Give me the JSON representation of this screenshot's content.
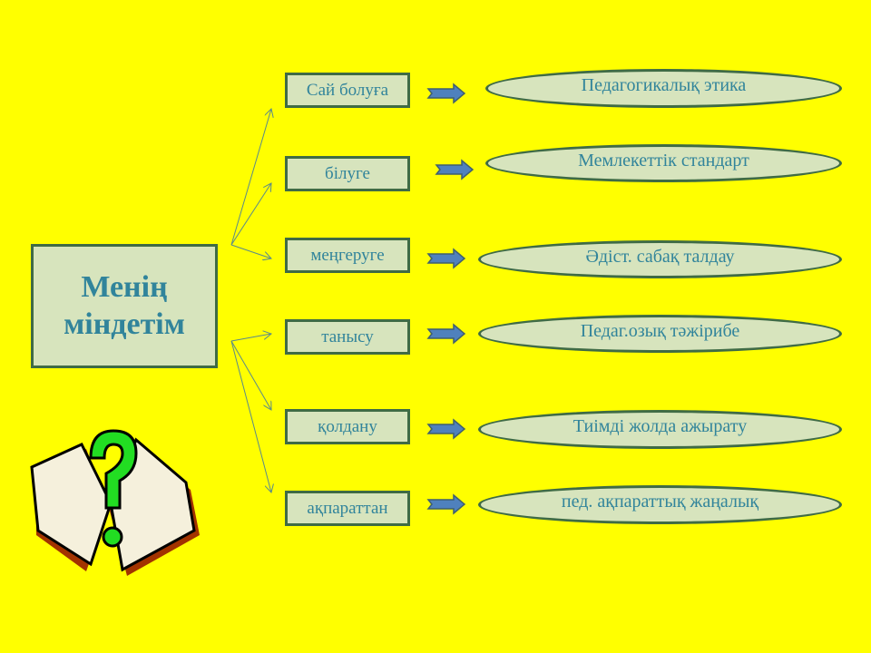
{
  "main": {
    "title_line1": "Менің",
    "title_line2": "міндетім"
  },
  "items": [
    {
      "label": "Сай болуға",
      "result": "Педагогикалық  этика"
    },
    {
      "label": "білуге",
      "result": "Мемлекеттік стандарт"
    },
    {
      "label": "меңгеруге",
      "result": "Әдіст.  сабақ талдау"
    },
    {
      "label": "танысу",
      "result": "Педаг.озық тәжірибе"
    },
    {
      "label": "қолдану",
      "result": "Тиімді  жолда ажырату"
    },
    {
      "label": "ақпараттан",
      "result": "пед. ақпараттық жаңалық"
    }
  ],
  "colors": {
    "background": "#ffff00",
    "fill": "#d7e4bd",
    "border": "#3f6b45",
    "text": "#31849b",
    "arrow": "#4f81bd"
  }
}
